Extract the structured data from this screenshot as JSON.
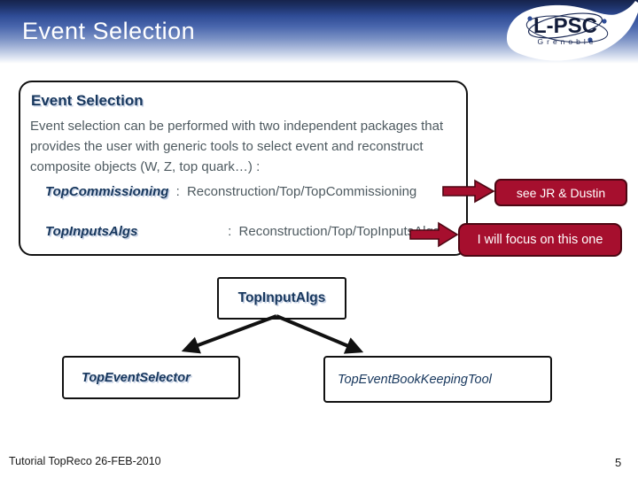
{
  "header": {
    "title": "Event Selection"
  },
  "logo": {
    "name": "L-PSC",
    "subtitle": "Grenoble"
  },
  "box": {
    "heading": "Event Selection",
    "paragraph": "Event selection can be performed with two independent packages that provides the user with generic tools to select event and reconstruct composite objects (W, Z, top quark…) :",
    "packages": [
      {
        "name": "TopCommissioning",
        "sep": ":",
        "path": "Reconstruction/Top/TopCommissioning",
        "note": "see JR & Dustin"
      },
      {
        "name": "TopInputsAlgs",
        "sep": ":",
        "path": "Reconstruction/Top/TopInputsAlgs",
        "note": "I will focus on this one"
      }
    ]
  },
  "diagram": {
    "root_label": "TopInputAlgs",
    "children": [
      {
        "label": "TopEventSelector"
      },
      {
        "label": "TopEventBookKeepingTool"
      }
    ]
  },
  "footer": {
    "text": "Tutorial TopReco 26-FEB-2010",
    "page": "5"
  },
  "colors": {
    "navy": "#17375d",
    "body_gray": "#4e5a60",
    "crimson": "#a60f2e",
    "crimson_border": "#4c0713",
    "header_navy": "#16234c"
  }
}
